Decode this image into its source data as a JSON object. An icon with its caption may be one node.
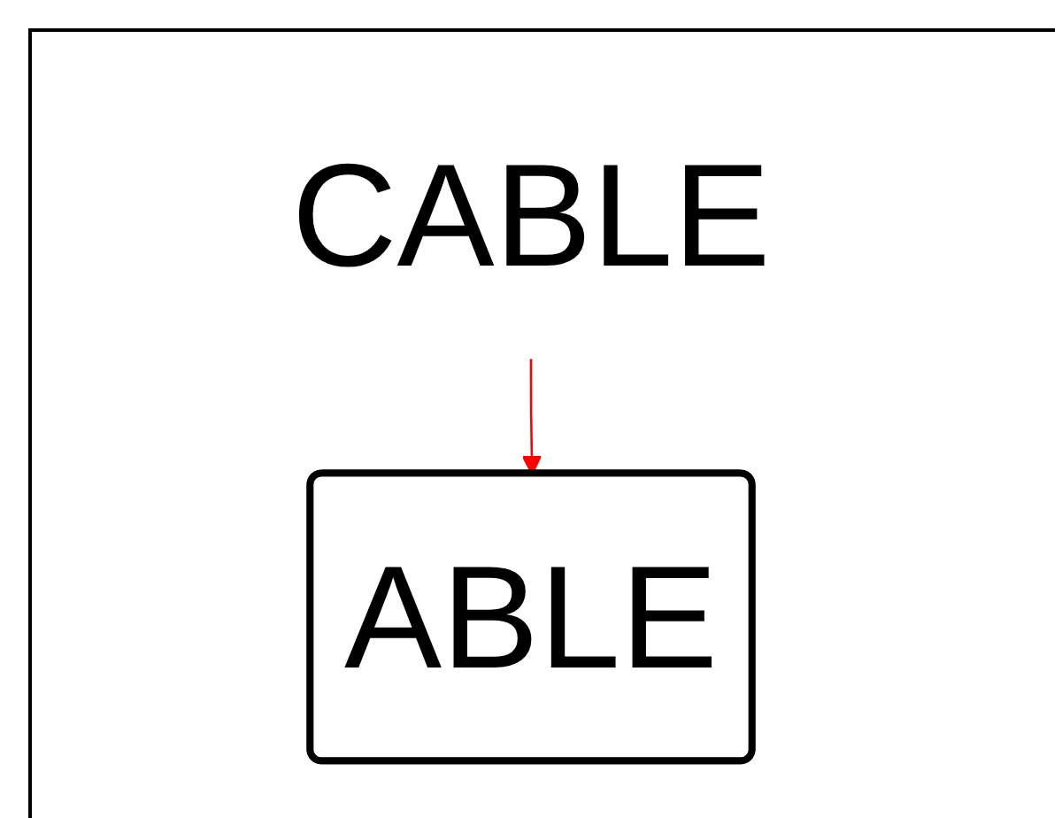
{
  "diagram": {
    "nodes": [
      {
        "text": [
          "CABLE"
        ]
      },
      {
        "text": [
          "ABLE"
        ]
      }
    ],
    "edges": [
      {
        "from": 0,
        "to": 1,
        "arrow": "to",
        "color": "#ff0000"
      }
    ]
  }
}
